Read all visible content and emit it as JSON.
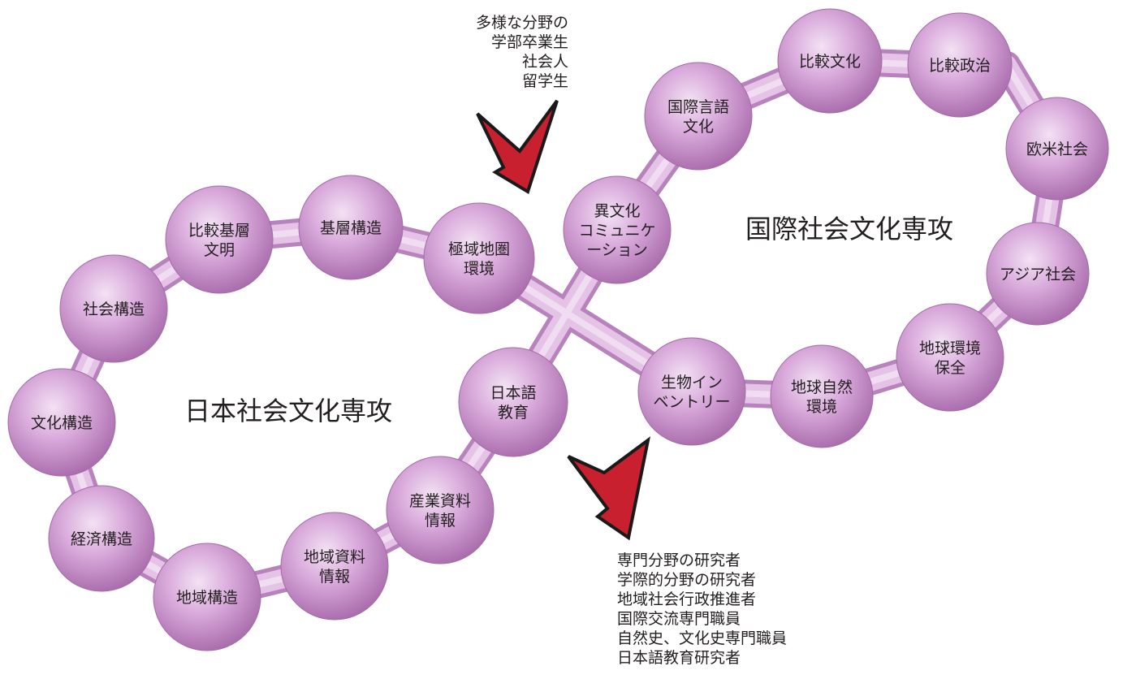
{
  "intake": {
    "lines": [
      "多様な分野の",
      "学部卒業生",
      "社会人",
      "留学生"
    ]
  },
  "outcomes": {
    "lines": [
      "専門分野の研究者",
      "学際的分野の研究者",
      "地域社会行政推進者",
      "国際交流専門職員",
      "自然史、文化史専門職員",
      "日本語教育研究者"
    ]
  },
  "programs": {
    "japan": "日本社会文化専攻",
    "international": "国際社会文化専攻"
  },
  "nodes": [
    {
      "id": "bunka-kozo",
      "lines": [
        "文化構造"
      ]
    },
    {
      "id": "shakai-kozo",
      "lines": [
        "社会構造"
      ]
    },
    {
      "id": "hikaku-kiso",
      "lines": [
        "比較基層",
        "文明"
      ]
    },
    {
      "id": "kiso-kozo",
      "lines": [
        "基層構造"
      ]
    },
    {
      "id": "kyokuiki",
      "lines": [
        "極域地圏",
        "環境"
      ]
    },
    {
      "id": "seibutsu",
      "lines": [
        "生物イン",
        "ベントリー"
      ]
    },
    {
      "id": "chikyu-shizen",
      "lines": [
        "地球自然",
        "環境"
      ]
    },
    {
      "id": "chikyu-kankyo",
      "lines": [
        "地球環境",
        "保全"
      ]
    },
    {
      "id": "asia",
      "lines": [
        "アジア社会"
      ]
    },
    {
      "id": "obei",
      "lines": [
        "欧米社会"
      ]
    },
    {
      "id": "hikaku-seiji",
      "lines": [
        "比較政治"
      ]
    },
    {
      "id": "hikaku-bunka",
      "lines": [
        "比較文化"
      ]
    },
    {
      "id": "kokusai-gengo",
      "lines": [
        "国際言語",
        "文化"
      ]
    },
    {
      "id": "ibunka",
      "lines": [
        "異文化",
        "コミュニケ",
        "ーション"
      ]
    },
    {
      "id": "nihongo",
      "lines": [
        "日本語",
        "教育"
      ]
    },
    {
      "id": "sangyo",
      "lines": [
        "産業資料",
        "情報"
      ]
    },
    {
      "id": "chiiki-shiryo",
      "lines": [
        "地域資料",
        "情報"
      ]
    },
    {
      "id": "chiiki-kozo",
      "lines": [
        "地域構造"
      ]
    },
    {
      "id": "keizai",
      "lines": [
        "経済構造"
      ]
    }
  ],
  "colors": {
    "node_fill": "#d9a9d9",
    "node_edge": "#a56ba8",
    "band": "#dcb3df",
    "arrow": "#c8202f",
    "arrow_edge": "#1a1a1a"
  }
}
